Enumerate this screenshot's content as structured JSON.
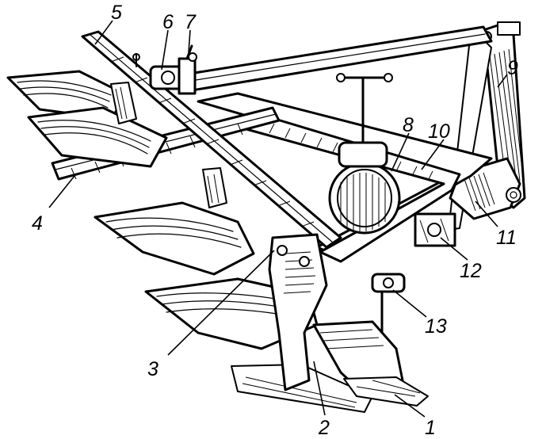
{
  "diagram": {
    "callouts": [
      {
        "id": "1",
        "label": "1",
        "part": "plough-body-lower-rear"
      },
      {
        "id": "2",
        "label": "2",
        "part": "plough-standard"
      },
      {
        "id": "3",
        "label": "3",
        "part": "body-mounting-bolts"
      },
      {
        "id": "4",
        "label": "4",
        "part": "front-frame-beam"
      },
      {
        "id": "5",
        "label": "5",
        "part": "diagonal-frame-brace"
      },
      {
        "id": "6",
        "label": "6",
        "part": "depth-adjuster"
      },
      {
        "id": "7",
        "label": "7",
        "part": "adjustment-handle"
      },
      {
        "id": "8",
        "label": "8",
        "part": "support-wheel"
      },
      {
        "id": "9",
        "label": "9",
        "part": "hitch-tower"
      },
      {
        "id": "10",
        "label": "10",
        "part": "main-frame"
      },
      {
        "id": "11",
        "label": "11",
        "part": "lower-hitch-pin"
      },
      {
        "id": "12",
        "label": "12",
        "part": "hitch-bracket"
      },
      {
        "id": "13",
        "label": "13",
        "part": "coulter-clamp"
      }
    ]
  }
}
